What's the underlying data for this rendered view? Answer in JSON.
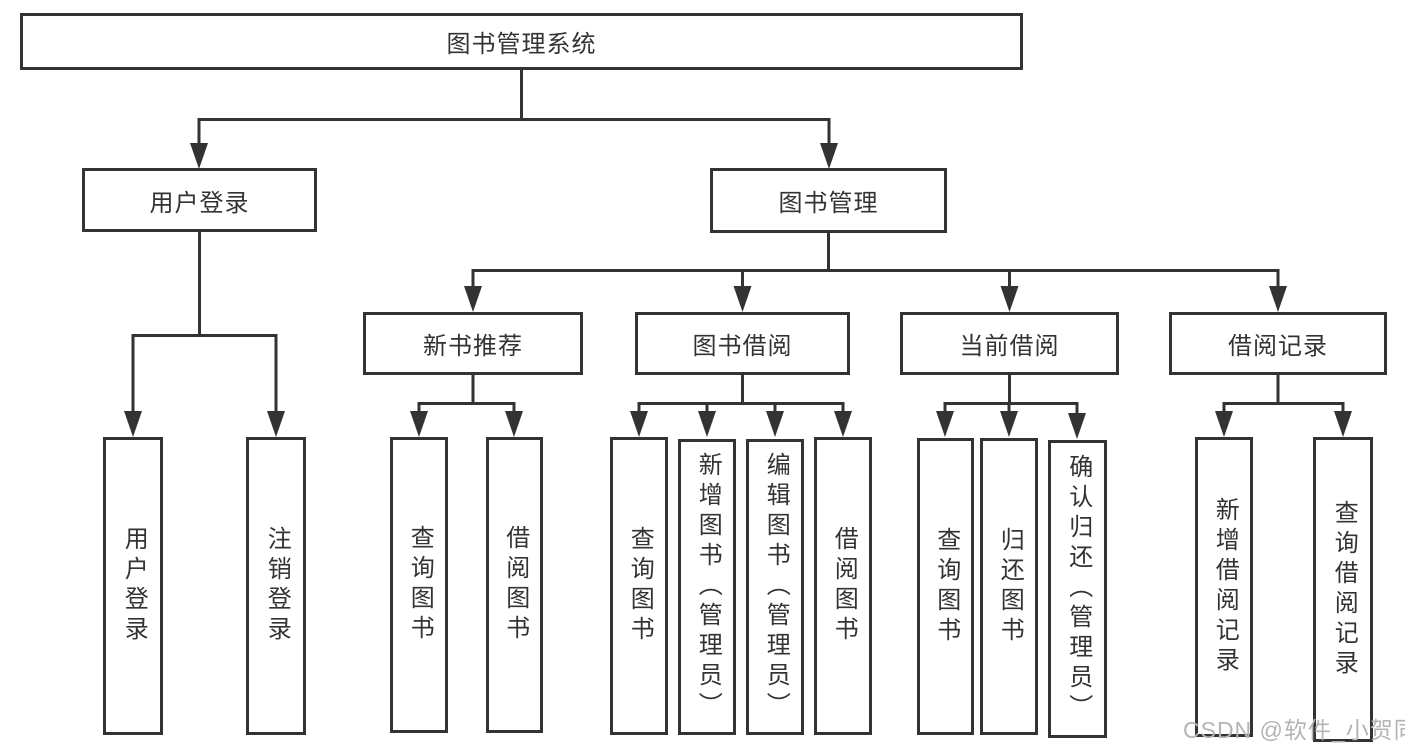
{
  "tree": {
    "root": {
      "label": "图书管理系统"
    },
    "level2": [
      {
        "label": "用户登录",
        "children": [
          "用户登录",
          "注销登录"
        ]
      },
      {
        "label": "图书管理"
      }
    ],
    "level3": [
      {
        "label": "新书推荐",
        "children": [
          "查询图书",
          "借阅图书"
        ]
      },
      {
        "label": "图书借阅",
        "children": [
          "查询图书",
          "新增图书（管理员）",
          "编辑图书（管理员）",
          "借阅图书"
        ]
      },
      {
        "label": "当前借阅",
        "children": [
          "查询图书",
          "归还图书",
          "确认归还（管理员）"
        ]
      },
      {
        "label": "借阅记录",
        "children": [
          "新增借阅记录",
          "查询借阅记录"
        ]
      }
    ]
  },
  "watermark": {
    "text": "CSDN @软件_小贺同学"
  },
  "colors": {
    "line": "#333333",
    "text": "#333333",
    "box_background": "#ffffff",
    "watermark": "#b4b4b4",
    "page_background": "#ffffff"
  }
}
